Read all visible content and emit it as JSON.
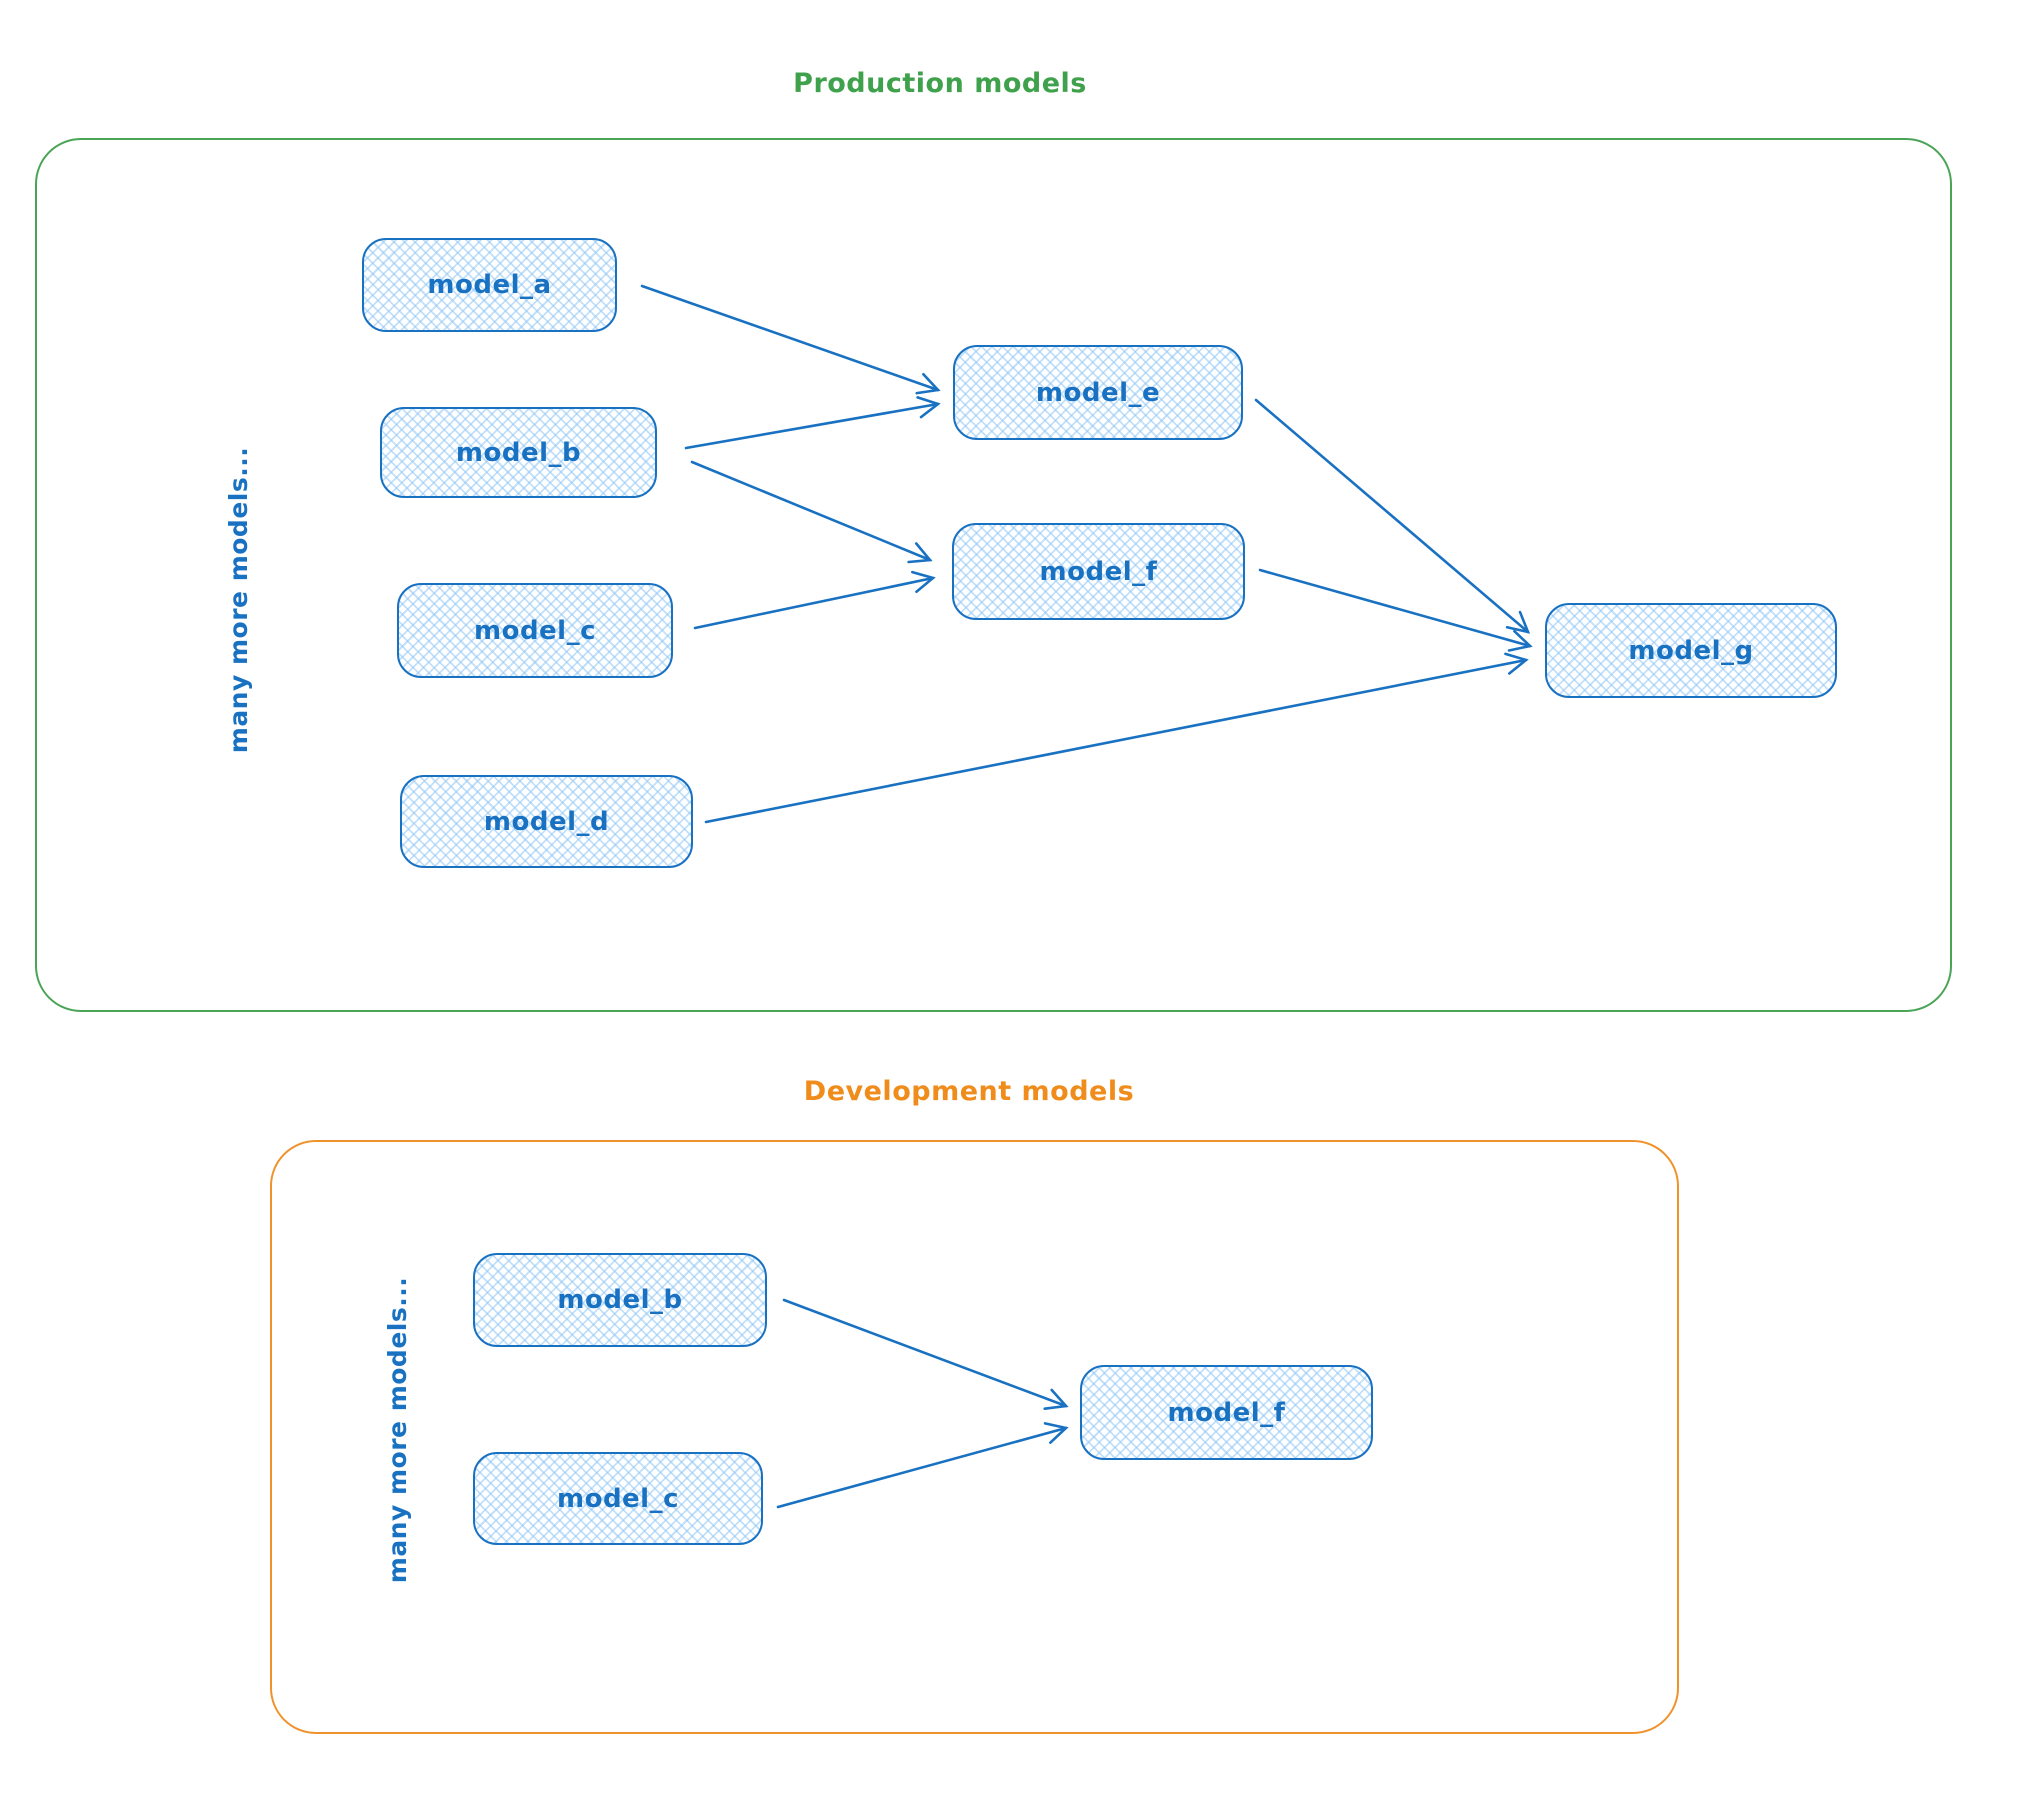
{
  "diagram": {
    "style": {
      "node_stroke_color": "#1971c2",
      "node_text_color": "#1971c2",
      "node_fill_hatch_color": "#a5d8ff",
      "production_accent_color": "#3fa14c",
      "development_accent_color": "#f08c1b",
      "background_color": "#ffffff"
    },
    "production": {
      "title": "Production models",
      "side_note": "many more models...",
      "nodes": [
        {
          "id": "model_a",
          "label": "model_a"
        },
        {
          "id": "model_b",
          "label": "model_b"
        },
        {
          "id": "model_c",
          "label": "model_c"
        },
        {
          "id": "model_d",
          "label": "model_d"
        },
        {
          "id": "model_e",
          "label": "model_e"
        },
        {
          "id": "model_f",
          "label": "model_f"
        },
        {
          "id": "model_g",
          "label": "model_g"
        }
      ],
      "edges": [
        {
          "from": "model_a",
          "to": "model_e"
        },
        {
          "from": "model_b",
          "to": "model_e"
        },
        {
          "from": "model_b",
          "to": "model_f"
        },
        {
          "from": "model_c",
          "to": "model_f"
        },
        {
          "from": "model_d",
          "to": "model_g"
        },
        {
          "from": "model_e",
          "to": "model_g"
        },
        {
          "from": "model_f",
          "to": "model_g"
        }
      ]
    },
    "development": {
      "title": "Development models",
      "side_note": "many more models...",
      "nodes": [
        {
          "id": "model_b",
          "label": "model_b"
        },
        {
          "id": "model_c",
          "label": "model_c"
        },
        {
          "id": "model_f",
          "label": "model_f"
        }
      ],
      "edges": [
        {
          "from": "model_b",
          "to": "model_f"
        },
        {
          "from": "model_c",
          "to": "model_f"
        }
      ]
    }
  }
}
